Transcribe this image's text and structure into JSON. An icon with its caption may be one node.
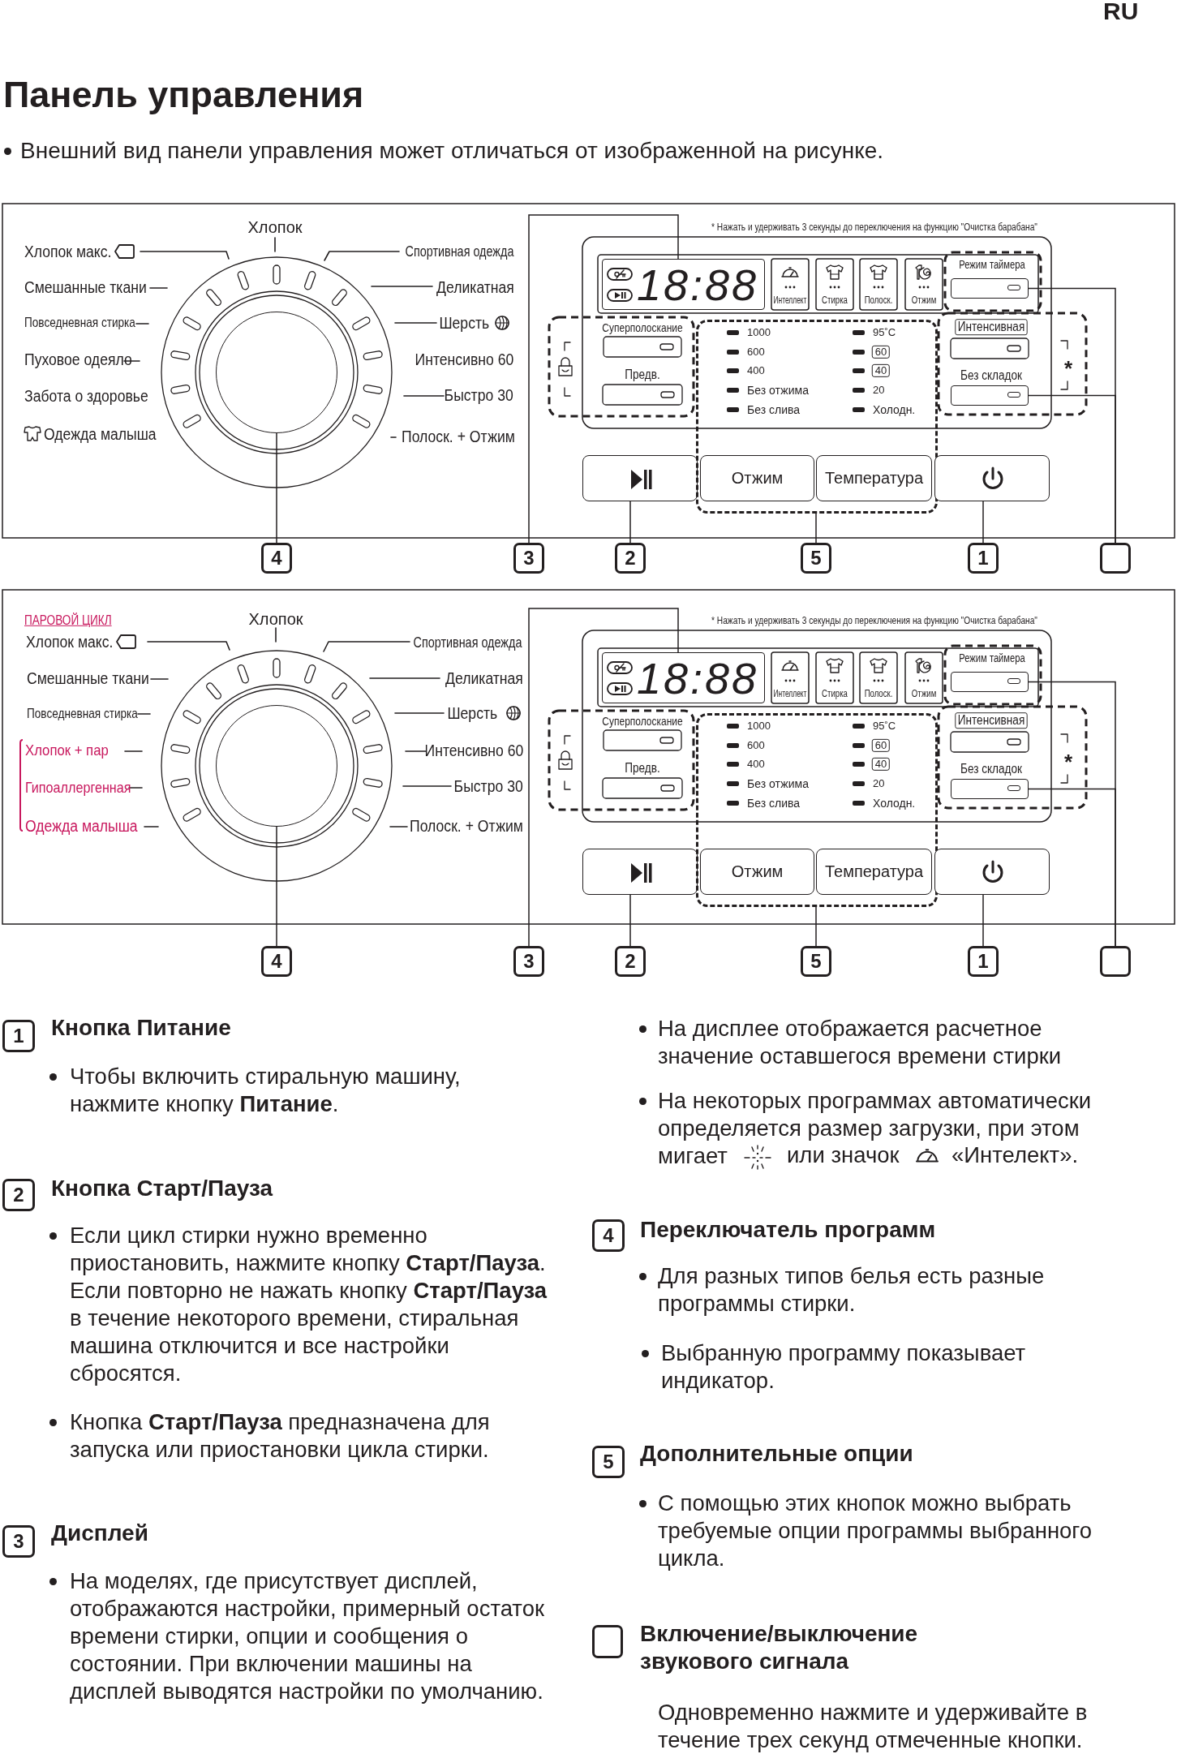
{
  "diagram": {
    "title": "Панель управления",
    "nodes": [
      {
        "text": [
          "4"
        ]
      },
      {
        "text": [],
        "shape": "circle"
      },
      {
        "text": [
          "3"
        ]
      },
      {
        "text": [
          "18:88"
        ]
      },
      {
        "text": [
          "2"
        ]
      },
      {
        "text": [],
        "shape": "box"
      },
      {
        "text": [
          "5"
        ]
      },
      {
        "text": [],
        "shape": "box"
      },
      {
        "text": [
          "Отжим"
        ],
        "in": 7
      },
      {
        "text": [
          "Температура"
        ],
        "in": 7
      },
      {
        "text": [
          "1"
        ]
      },
      {
        "text": [],
        "shape": "box"
      },
      {
        "text": [],
        "shape": "box"
      },
      {
        "text": [],
        "shape": "box"
      },
      {
        "text": [],
        "shape": "box"
      },
      {
        "text": [
          "4"
        ]
      },
      {
        "text": [],
        "shape": "circle"
      },
      {
        "text": [
          "3"
        ]
      },
      {
        "text": [
          "18:88"
        ]
      },
      {
        "text": [
          "2"
        ]
      },
      {
        "text": [],
        "shape": "box"
      },
      {
        "text": [
          "5"
        ]
      },
      {
        "text": [],
        "shape": "box"
      },
      {
        "text": [
          "Отжим"
        ],
        "in": 22
      },
      {
        "text": [
          "Температура"
        ],
        "in": 22
      },
      {
        "text": [
          "1"
        ]
      },
      {
        "text": [],
        "shape": "box"
      },
      {
        "text": [],
        "shape": "box"
      },
      {
        "text": [],
        "shape": "box"
      },
      {
        "text": [],
        "shape": "box"
      }
    ],
    "edges": [
      {
        "from": 0,
        "to": 1,
        "arrow": "none"
      },
      {
        "from": 2,
        "to": 3,
        "arrow": "none"
      },
      {
        "from": 4,
        "to": 5,
        "arrow": "none"
      },
      {
        "from": 6,
        "to": 7,
        "arrow": "none"
      },
      {
        "from": 10,
        "to": 11,
        "arrow": "none"
      },
      {
        "from": 12,
        "to": 13,
        "arrow": "none"
      },
      {
        "from": 12,
        "to": 14,
        "arrow": "none"
      },
      {
        "from": 15,
        "to": 16,
        "arrow": "none"
      },
      {
        "from": 17,
        "to": 18,
        "arrow": "none"
      },
      {
        "from": 19,
        "to": 20,
        "arrow": "none"
      },
      {
        "from": 21,
        "to": 22,
        "arrow": "none"
      },
      {
        "from": 25,
        "to": 26,
        "arrow": "none"
      },
      {
        "from": 27,
        "to": 28,
        "arrow": "none"
      },
      {
        "from": 27,
        "to": 29,
        "arrow": "none"
      }
    ],
    "labels": [
      "RU",
      "Внешний вид панели управления может отличаться от изображенной на рисунке.",
      "Хлопок",
      "Хлопок макс.",
      "Спортивная одежда",
      "Смешанные ткани",
      "Деликатная",
      "Повседневная стирка",
      "Шерсть",
      "Пуховое одеяло",
      "Интенсивно 60",
      "Забота о здоровье",
      "Быстро 30",
      "Одежда малыша",
      "Полоск. + Отжим",
      "* Нажать и удерживать 3 секунды до переключения на функцию \"Очистка барабана\"",
      "Интеллект",
      "Стирка",
      "Полоск.",
      "Отжим",
      "Режим таймера",
      "Суперполоскание",
      "Интенсивная",
      "Предв.",
      "Без складок",
      "*",
      "1000",
      "95˚C",
      "600",
      "60",
      "400",
      "40",
      "Без отжима",
      "20",
      "Без слива",
      "Холодн.",
      "ПАРОВОЙ ЦИКЛ",
      "Хлопок",
      "Хлопок макс.",
      "Спортивная одежда",
      "Смешанные ткани",
      "Деликатная",
      "Повседневная стирка",
      "Шерсть",
      "Хлопок + пар",
      "Интенсивно 60",
      "Гипоаллергенная",
      "Быстро 30",
      "Одежда малыша",
      "Полоск. + Отжим",
      "* Нажать и удерживать 3 секунды до переключения на функцию \"Очистка барабана\"",
      "Интеллект",
      "Стирка",
      "Полоск.",
      "Отжим",
      "Режим таймера",
      "Суперполоскание",
      "Интенсивная",
      "Предв.",
      "Без складок",
      "*",
      "1000",
      "95˚C",
      "600",
      "60",
      "400",
      "40",
      "Без отжима",
      "20",
      "Без слива",
      "Холодн.",
      "1",
      "Кнопка Питание",
      "Чтобы включить стиральную машину, нажмите кнопку **Питание**.",
      "2",
      "Кнопка Старт/Пауза",
      "Если цикл стирки нужно временно приостановить, нажмите кнопку **Старт/Пауза**. Если повторно не нажать кнопку **Старт/Пауза** в течение некоторого времени, стиральная машина отключится и все настройки сбросятся.",
      "Кнопка **Старт/Пауза** предназначена для запуска или приостановки цикла стирки.",
      "3",
      "Дисплей",
      "На моделях, где присутствует дисплей, отображаются настройки, примерный остаток времени стирки, опции и сообщения о состоянии. При включении машины на дисплей выводятся настройки по умолчанию.",
      "На дисплее отображается расчетное значение оставшегося времени стирки",
      "На некоторых программах автоматически определяется размер загрузки, при этом мигает",
      "или значок",
      "«Интелект».",
      "4",
      "Переключатель программ",
      "Для разных типов белья есть разные программы стирки.",
      "Выбранную программу показывает индикатор.",
      "5",
      "Дополнительные опции",
      "С помощью этих кнопок можно выбрать требуемые опции программы выбранного цикла.",
      "Включение/выключение звукового сигнала",
      "Одновременно нажмите и удерживайте в течение трех секунд отмеченные кнопки."
    ]
  }
}
